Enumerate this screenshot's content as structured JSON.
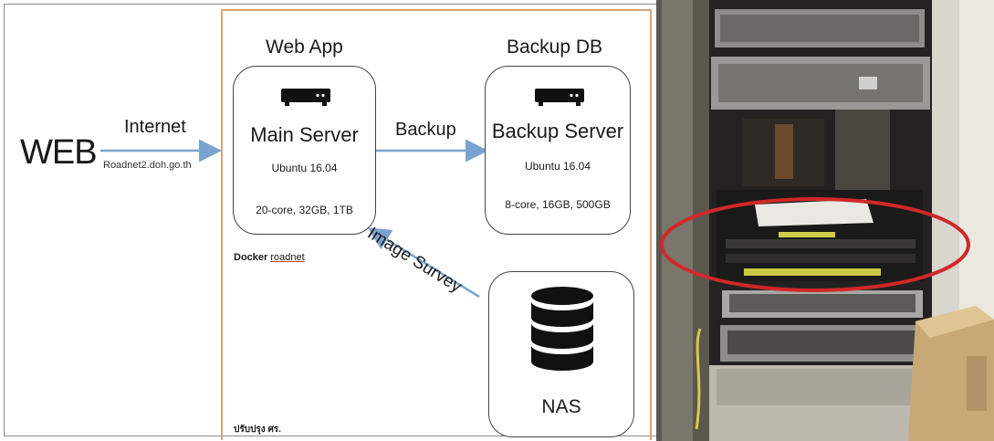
{
  "left": {
    "web_label": "WEB",
    "internet_label": "Internet",
    "url": "Roadnet2.doh.go.th"
  },
  "webapp": {
    "title": "Web App",
    "server_name": "Main Server",
    "os": "Ubuntu 16.04",
    "specs": "20-core, 32GB, 1TB",
    "docker_bold": "Docker",
    "docker_link": "roadnet"
  },
  "backup": {
    "arrow_label": "Backup",
    "title": "Backup DB",
    "server_name": "Backup Server",
    "os": "Ubuntu 16.04",
    "specs": "8-core, 16GB, 500GB"
  },
  "survey": {
    "arrow_label": "Image Survey"
  },
  "nas": {
    "label": "NAS"
  },
  "footer": {
    "note": "ปรับปรุง ศร."
  },
  "colors": {
    "arrow": "#7ba3cf",
    "panel_border": "#d9a27a",
    "highlight": "#d0282a"
  }
}
